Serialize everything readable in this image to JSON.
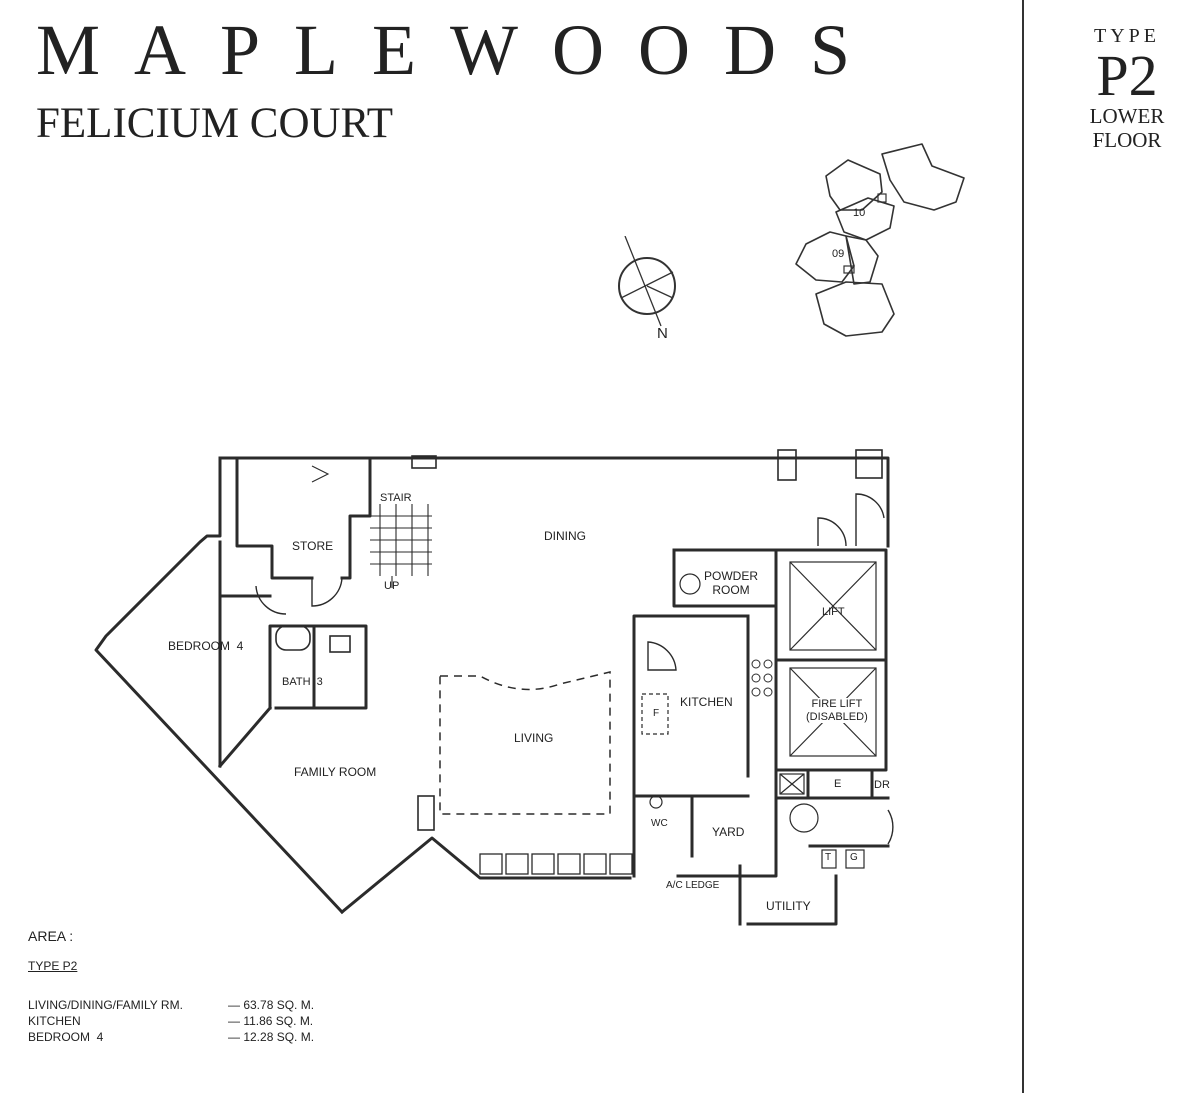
{
  "header": {
    "title": "MAPLEWOODS",
    "subtitle": "FELICIUM COURT"
  },
  "unit_type": {
    "label": "TYPE",
    "code": "P2",
    "floor_line1": "LOWER",
    "floor_line2": "FLOOR"
  },
  "compass": {
    "north_label": "N"
  },
  "key_plan": {
    "unit_labels": [
      "10",
      "09"
    ]
  },
  "rooms": {
    "stair": "STAIR",
    "store": "STORE",
    "up": "UP",
    "dining": "DINING",
    "powder_room_line1": "POWDER",
    "powder_room_line2": "ROOM",
    "lift": "LIFT",
    "fire_lift_line1": "FIRE LIFT",
    "fire_lift_line2": "(DISABLED)",
    "bedroom4": "BEDROOM  4",
    "bath3": "BATH  3",
    "kitchen": "KITCHEN",
    "fridge": "F",
    "living": "LIVING",
    "family_room": "FAMILY ROOM",
    "e": "E",
    "dr": "DR",
    "wc": "WC",
    "yard": "YARD",
    "t": "T",
    "g": "G",
    "ac_ledge": "A/C LEDGE",
    "utility": "UTILITY"
  },
  "area": {
    "heading": "AREA :",
    "type_label": "TYPE P2",
    "rows": [
      {
        "room": "LIVING/DINING/FAMILY RM.",
        "value": "— 63.78 SQ. M."
      },
      {
        "room": "KITCHEN",
        "value": "— 11.86 SQ. M."
      },
      {
        "room": "BEDROOM  4",
        "value": "— 12.28 SQ. M."
      }
    ]
  }
}
